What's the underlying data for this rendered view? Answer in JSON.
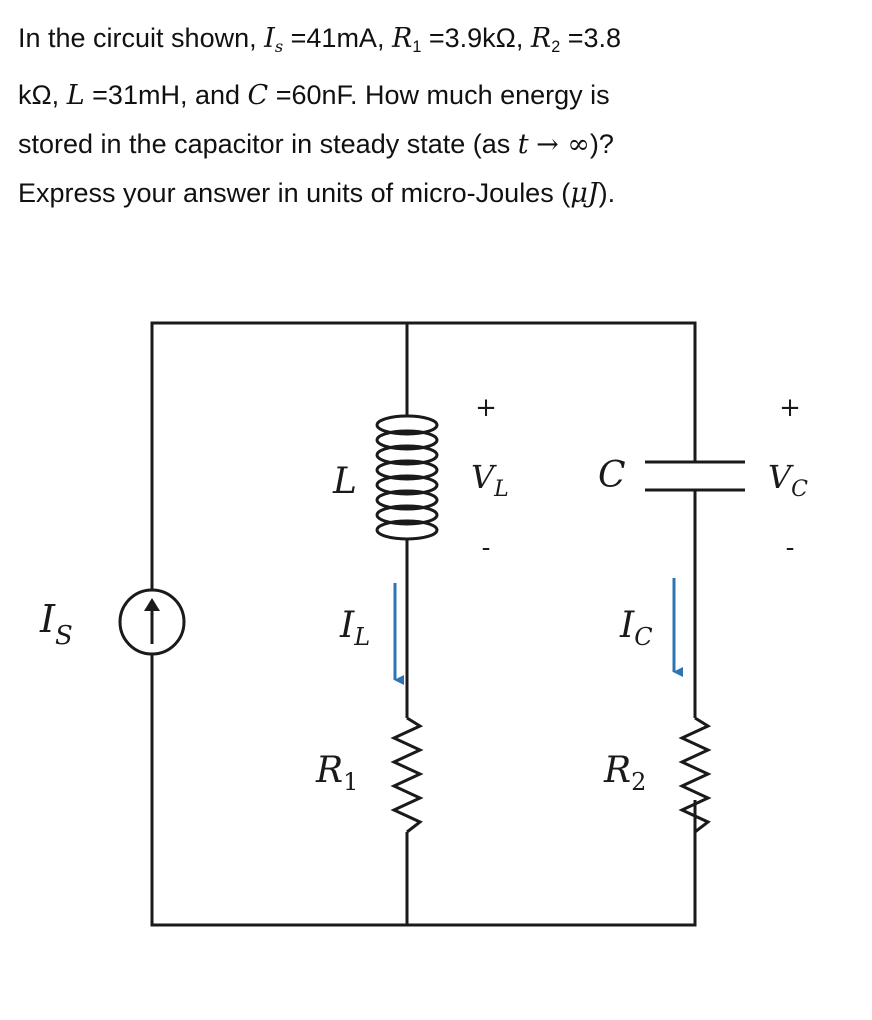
{
  "question": {
    "intro": "In the circuit shown,",
    "Is_sym": "I",
    "Is_sub": "s",
    "Is_val": "=41mA,",
    "R1_sym": "R",
    "R1_sub": "1",
    "R1_val": "=3.9kΩ,",
    "R2_sym": "R",
    "R2_sub": "2",
    "R2_val_a": "=3.8",
    "R2_val_b": "kΩ,",
    "L_sym": "L",
    "L_val": "=31mH, and",
    "C_sym": "C",
    "C_val": "=60nF.",
    "q1": "How much energy is",
    "q2": "stored in the capacitor in steady state (as",
    "t_sym": "t",
    "arrow": "→ ∞",
    "q3": ")?",
    "q4": "Express your answer in units of micro-Joules (",
    "uJ": "μJ",
    "q5": ")."
  },
  "diagram": {
    "source_label": "I",
    "source_sub": "S",
    "inductor_label": "L",
    "capacitor_label": "C",
    "r1_label": "R",
    "r1_sub": "1",
    "r2_label": "R",
    "r2_sub": "2",
    "vl_plus": "+",
    "vl_label": "V",
    "vl_sub": "L",
    "vl_minus": "-",
    "vc_plus": "+",
    "vc_label": "V",
    "vc_sub": "C",
    "vc_minus": "-",
    "il_label": "I",
    "il_sub": "L",
    "ic_label": "I",
    "ic_sub": "C",
    "arrow_color": "#2e74b5"
  }
}
